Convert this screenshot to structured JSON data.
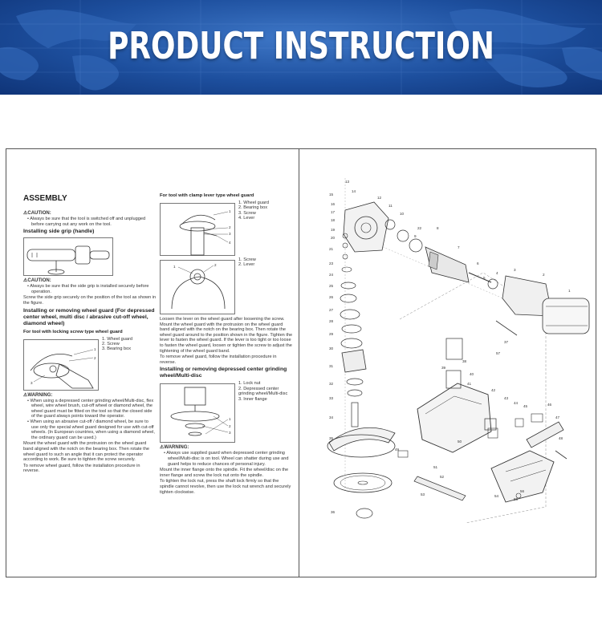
{
  "banner": {
    "title": "PRODUCT INSTRUCTION"
  },
  "left": {
    "assembly_heading": "ASSEMBLY",
    "caution1_label": "CAUTION:",
    "caution1_text": "Always be sure that the tool is switched off and unplugged before carrying out any work on the tool.",
    "side_grip_heading": "Installing side grip (handle)",
    "caution2_label": "CAUTION:",
    "caution2_text": "Always be sure that the side grip is installed securely before operation.",
    "side_grip_text": "Screw the side grip securely on the position of the tool as shown in the figure.",
    "wheel_guard_heading": "Installing or removing wheel guard (For depressed center wheel, multi disc / abrasive cut-off wheel, diamond wheel)",
    "locking_screw_heading": "For tool with locking screw type wheel guard",
    "fig2_legend": [
      "1. Wheel guard",
      "2. Screw",
      "3. Bearing box"
    ],
    "warning_label": "WARNING:",
    "warning_bullets": [
      "When using a depressed center grinding wheel/Multi-disc, flex wheel, wire wheel brush, cut-off wheel or diamond wheel, the wheel guard must be fitted on the tool so that the closed side of the guard always points toward the operator.",
      "When using an abrasive cut-off / diamond wheel, be sure to use only the special wheel guard designed for use with cut-off wheels. (In European countries, when using a diamond wheel, the ordinary guard can be used.)"
    ],
    "mount_text": "Mount the wheel guard with the protrusion on the wheel guard band aligned with the notch on the bearing box. Then rotate the wheel guard to such an angle that it can protect the operator according to work. Be sure to tighten the screw securely.",
    "remove_text": "To remove wheel guard, follow the installation procedure in reverse."
  },
  "middle": {
    "clamp_heading": "For tool with clamp lever type wheel guard",
    "fig3_legend": [
      "1. Wheel guard",
      "2. Bearing box",
      "3. Screw",
      "4. Lever"
    ],
    "fig4_legend": [
      "1. Screw",
      "2. Lever"
    ],
    "loosen_text": "Loosen the lever on the wheel guard after loosening the screw. Mount the wheel guard with the protrusion on the wheel guard band aligned with the notch on the bearing box. Then rotate the wheel guard around to the position shown in the figure. Tighten the lever to fasten the wheel guard. If the lever is too tight or too loose to fasten the wheel guard, loosen or tighten the screw to adjust the tightening of the wheel guard band.",
    "remove_text": "To remove wheel guard, follow the installation procedure in reverse.",
    "depressed_heading": "Installing or removing depressed center grinding wheel/Multi-disc",
    "fig5_legend": [
      "1. Lock nut",
      "2. Depressed center grinding wheel/Multi-disc",
      "3. Inner flange"
    ],
    "warning_label": "WARNING:",
    "warning_text": "Always use supplied guard when depressed center grinding wheel/Multi-disc is on tool. Wheel can shatter during use and guard helps to reduce chances of personal injury.",
    "mount_text": "Mount the inner flange onto the spindle. Fit the wheel/disc on the inner flange and screw the lock nut onto the spindle.",
    "tighten_text": "To tighten the lock nut, press the shaft lock firmly so that the spindle cannot revolve, then use the lock nut wrench and securely tighten clockwise."
  },
  "diagram": {
    "part_numbers": [
      "1",
      "2",
      "3",
      "4",
      "5",
      "6",
      "7",
      "8",
      "9",
      "10",
      "11",
      "12",
      "13",
      "14",
      "15",
      "16",
      "17",
      "18",
      "19",
      "20",
      "21",
      "22",
      "23",
      "24",
      "25",
      "26",
      "27",
      "28",
      "29",
      "30",
      "31",
      "32",
      "33",
      "34",
      "35",
      "36",
      "37",
      "38",
      "39",
      "40",
      "41",
      "42",
      "43",
      "44",
      "45",
      "46",
      "47",
      "48",
      "49",
      "50",
      "51",
      "52",
      "53",
      "54",
      "55",
      "56",
      "57"
    ]
  }
}
